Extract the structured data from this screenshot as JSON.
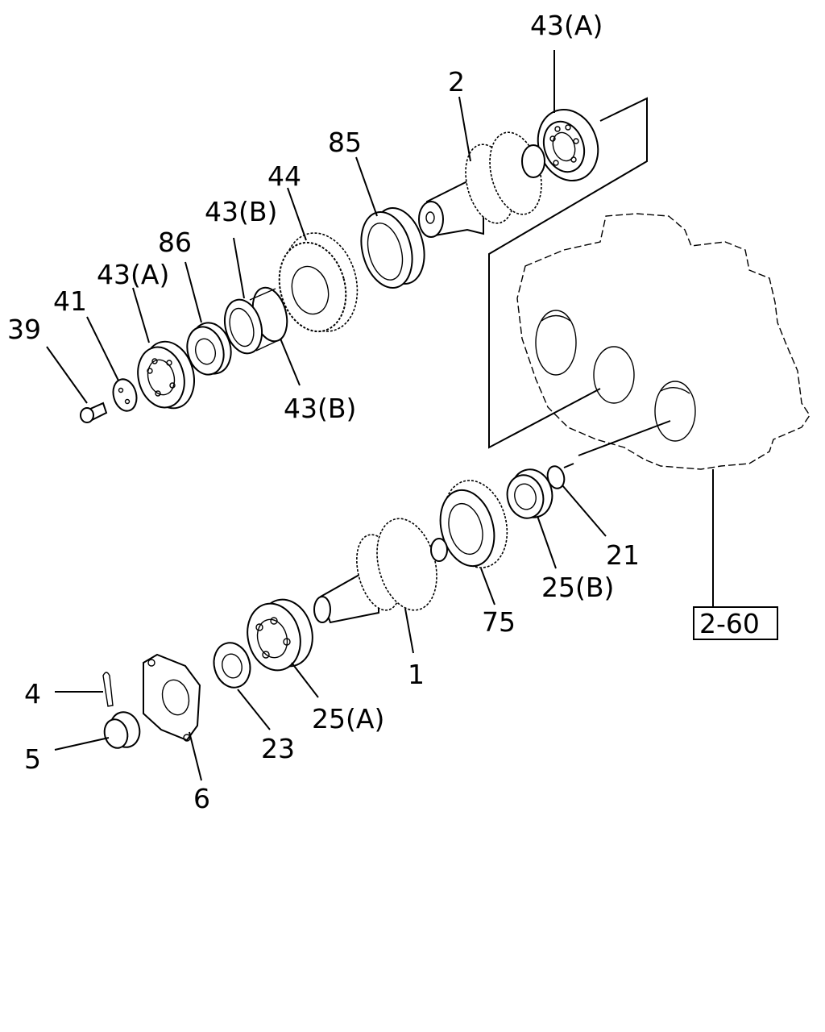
{
  "callouts": {
    "p43a_top": "43(A)",
    "p2": "2",
    "p85": "85",
    "p44": "44",
    "p43b_top": "43(B)",
    "p86": "86",
    "p43a_left": "43(A)",
    "p41": "41",
    "p39": "39",
    "p43b_bottom": "43(B)",
    "p21": "21",
    "p25b": "25(B)",
    "p75": "75",
    "p1": "1",
    "p25a": "25(A)",
    "p23": "23",
    "p4": "4",
    "p5": "5",
    "p6": "6"
  },
  "reference": "2-60"
}
